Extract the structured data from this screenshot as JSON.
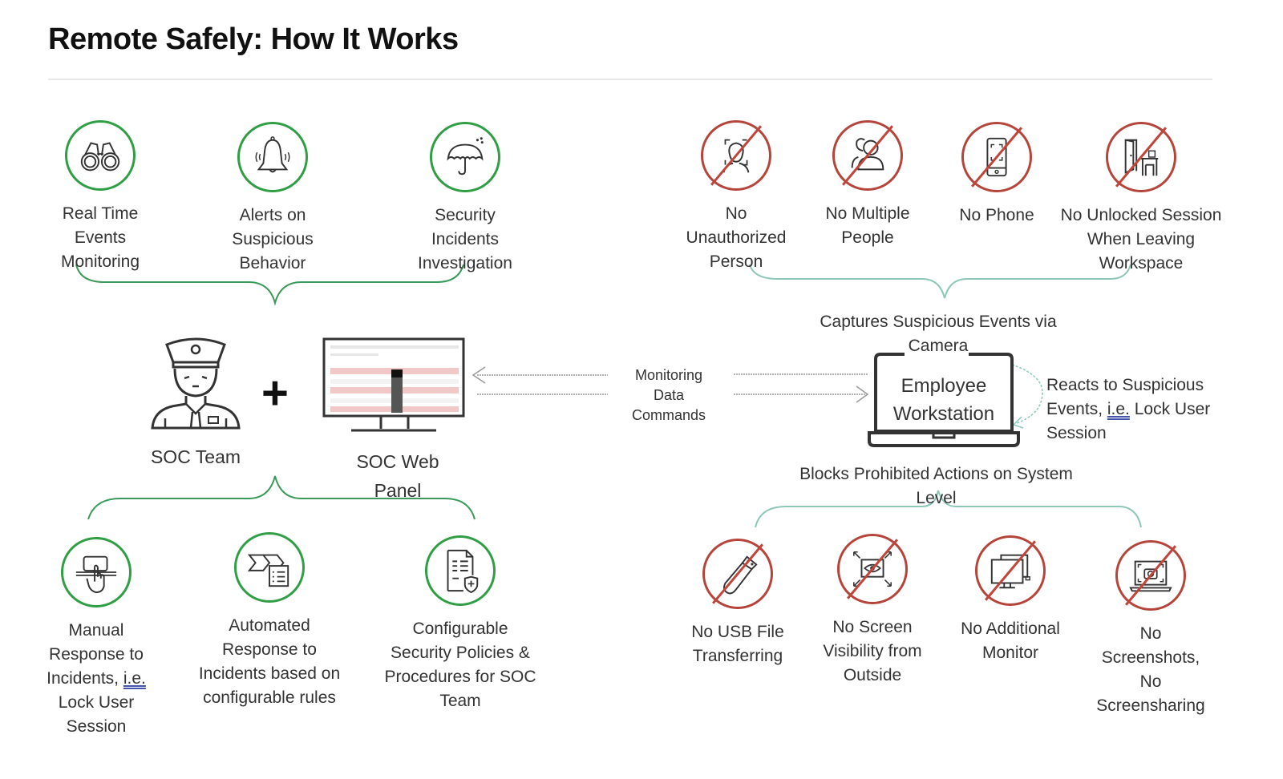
{
  "title": "Remote Safely: How It Works",
  "soc_features_top": [
    {
      "icon": "binoculars-icon",
      "label": "Real Time Events Monitoring"
    },
    {
      "icon": "bell-icon",
      "label": "Alerts on Suspicious Behavior"
    },
    {
      "icon": "umbrella-icon",
      "label": "Security Incidents Investigation"
    }
  ],
  "restrictions_top": [
    {
      "icon": "face-scan-icon",
      "label": "No Unauthorized Person"
    },
    {
      "icon": "people-icon",
      "label": "No Multiple People"
    },
    {
      "icon": "phone-icon",
      "label": "No Phone"
    },
    {
      "icon": "door-desk-icon",
      "label": "No Unlocked Session When Leaving Workspace"
    }
  ],
  "soc_team": {
    "label": "SOC Team",
    "plus": "+"
  },
  "soc_panel": {
    "label": "SOC  Web Panel"
  },
  "flow": {
    "line1": "Monitoring",
    "line2": "Data",
    "line3": "Commands"
  },
  "workstation": {
    "label_line1": "Employee",
    "label_line2": "Workstation",
    "captures": "Captures Suspicious Events via Camera",
    "reacts_prefix": "Reacts to Suspicious Events, ",
    "reacts_ie": "i.e.",
    "reacts_suffix": " Lock User Session",
    "blocks": "Blocks Prohibited Actions on System Level"
  },
  "soc_features_bottom": [
    {
      "icon": "touch-screen-icon",
      "label_prefix": "Manual Response to Incidents, ",
      "label_ie": "i.e.",
      "label_suffix": " Lock User Session"
    },
    {
      "icon": "automation-icon",
      "label": "Automated Response to Incidents based on configurable rules"
    },
    {
      "icon": "policy-document-icon",
      "label": "Configurable Security Policies & Procedures for SOC Team"
    }
  ],
  "restrictions_bottom": [
    {
      "icon": "usb-icon",
      "label": "No USB File Transferring"
    },
    {
      "icon": "screen-eye-icon",
      "label": "No Screen Visibility from Outside"
    },
    {
      "icon": "monitors-icon",
      "label": "No Additional Monitor"
    },
    {
      "icon": "screenshot-icon",
      "label": "No Screenshots, No Screensharing"
    }
  ],
  "colors": {
    "green": "#2f9e44",
    "red": "#b5453b",
    "brace_green": "#3a9a5a",
    "brace_teal": "#8cc7b8"
  }
}
